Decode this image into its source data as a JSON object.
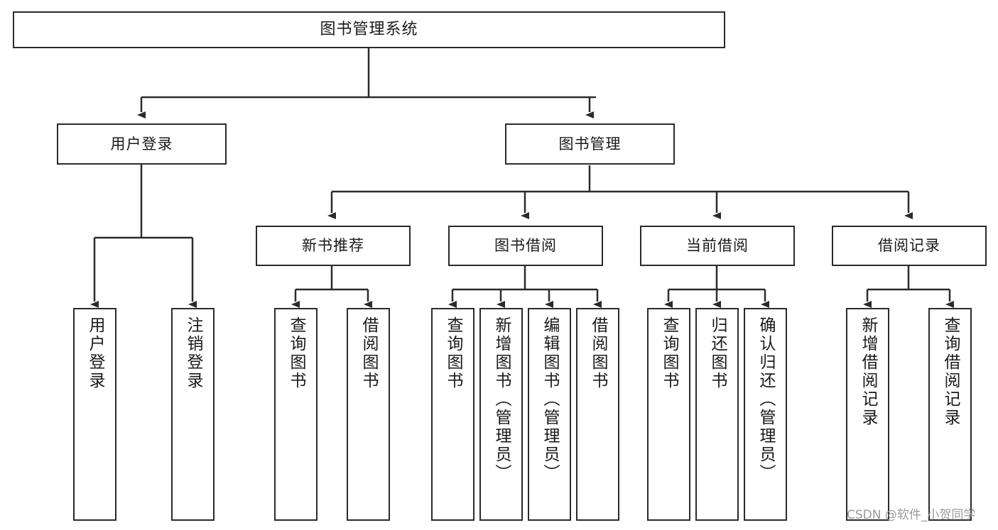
{
  "diagram": {
    "type": "tree",
    "title": "图书管理系统",
    "watermark": "CSDN @软件_小贺同学",
    "root": {
      "id": "root",
      "label": "图书管理系统"
    },
    "level1": [
      {
        "id": "user-login",
        "label": "用户登录"
      },
      {
        "id": "book-management",
        "label": "图书管理"
      }
    ],
    "level2": [
      {
        "id": "new-book-recommend",
        "label": "新书推荐",
        "parent": "book-management"
      },
      {
        "id": "book-borrow",
        "label": "图书借阅",
        "parent": "book-management"
      },
      {
        "id": "current-borrow",
        "label": "当前借阅",
        "parent": "book-management"
      },
      {
        "id": "borrow-record",
        "label": "借阅记录",
        "parent": "book-management"
      }
    ],
    "leaves": [
      {
        "id": "leaf-user-login",
        "label": "用户登录",
        "parent": "user-login"
      },
      {
        "id": "leaf-logout",
        "label": "注销登录",
        "parent": "user-login"
      },
      {
        "id": "leaf-query-book-1",
        "label": "查询图书",
        "parent": "new-book-recommend"
      },
      {
        "id": "leaf-borrow-book-1",
        "label": "借阅图书",
        "parent": "new-book-recommend"
      },
      {
        "id": "leaf-query-book-2",
        "label": "查询图书",
        "parent": "book-borrow"
      },
      {
        "id": "leaf-add-book",
        "label": "新增图书（管理员）",
        "parent": "book-borrow"
      },
      {
        "id": "leaf-edit-book",
        "label": "编辑图书（管理员）",
        "parent": "book-borrow"
      },
      {
        "id": "leaf-borrow-book-2",
        "label": "借阅图书",
        "parent": "book-borrow"
      },
      {
        "id": "leaf-query-book-3",
        "label": "查询图书",
        "parent": "current-borrow"
      },
      {
        "id": "leaf-return-book",
        "label": "归还图书",
        "parent": "current-borrow"
      },
      {
        "id": "leaf-confirm-return",
        "label": "确认归还（管理员）",
        "parent": "current-borrow"
      },
      {
        "id": "leaf-add-record",
        "label": "新增借阅记录",
        "parent": "borrow-record"
      },
      {
        "id": "leaf-query-record",
        "label": "查询借阅记录",
        "parent": "borrow-record"
      }
    ],
    "colors": {
      "stroke": "#2b2b2b",
      "fill": "#ffffff",
      "text": "#1a1a1a",
      "watermark": "#9a9a9a"
    }
  }
}
